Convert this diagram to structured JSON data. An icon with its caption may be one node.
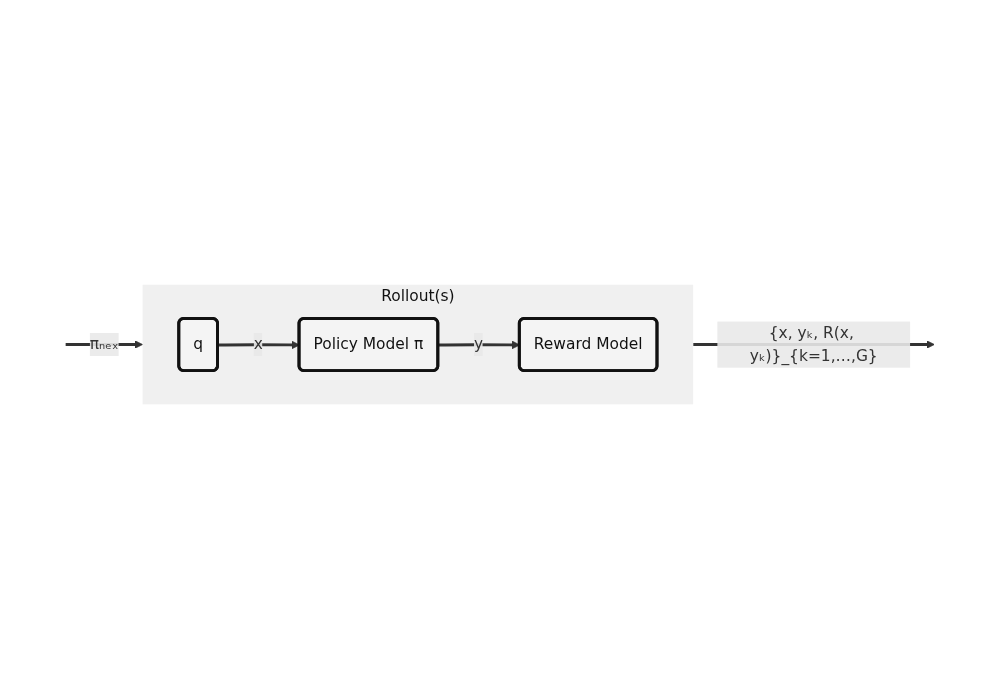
{
  "diagram": {
    "nodes": [
      {
        "text": [
          "Rollout(s)"
        ]
      },
      {
        "text": [
          "q"
        ],
        "in": 0
      },
      {
        "text": [
          "Policy Model π"
        ],
        "in": 0
      },
      {
        "text": [
          "Reward Model"
        ],
        "in": 0
      }
    ],
    "edges": [
      {
        "from": 1,
        "to": 2,
        "arrow": "to",
        "label": "x"
      },
      {
        "from": 2,
        "to": 3,
        "arrow": "to",
        "label": "y"
      },
      {
        "from": 0,
        "to": null,
        "arrow": "to",
        "label": "{x, yₖ, R(x, yₖ)}_{k=1,…,G}"
      },
      {
        "from": null,
        "to": 0,
        "arrow": "to",
        "label": "πₙₑₓ"
      }
    ]
  }
}
